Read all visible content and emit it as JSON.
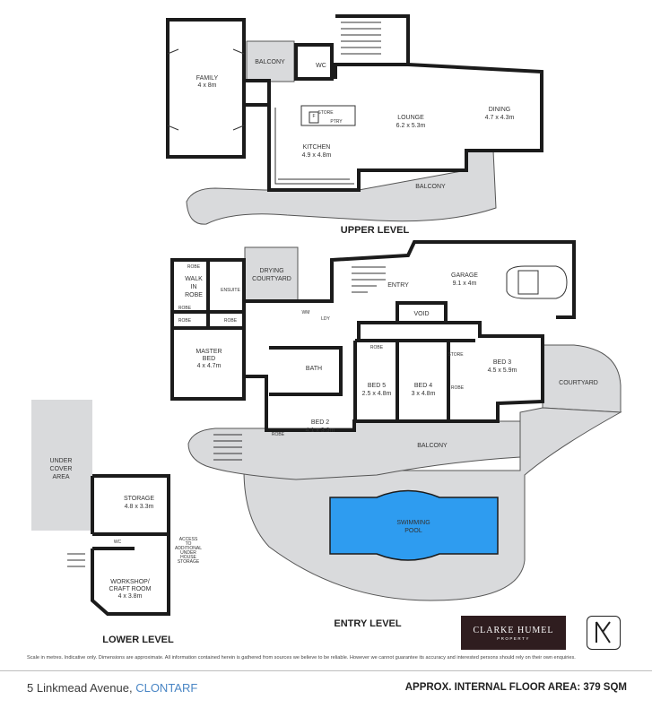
{
  "upper": {
    "label": "UPPER LEVEL",
    "family": {
      "name": "FAMILY",
      "size": "4 x 8m"
    },
    "balcony_top": "BALCONY",
    "wc": "WC",
    "store": "STORE",
    "ptry": "PTRY",
    "f": "F",
    "lounge": {
      "name": "LOUNGE",
      "size": "6.2 x 5.3m"
    },
    "dining": {
      "name": "DINING",
      "size": "4.7 x 4.3m"
    },
    "kitchen": {
      "name": "KITCHEN",
      "size": "4.9 x 4.8m"
    },
    "balcony_bottom": "BALCONY"
  },
  "entry": {
    "label": "ENTRY LEVEL",
    "robe": "ROBE",
    "walk_in_robe": [
      "WALK",
      "IN",
      "ROBE"
    ],
    "ensuite": "ENSUITE",
    "drying": [
      "DRYING",
      "COURTYARD"
    ],
    "master": {
      "name": "MASTER",
      "name2": "BED",
      "size": "4 x 4.7m"
    },
    "wm": "WM",
    "ldy": "LDY",
    "bath": "BATH",
    "entry_room": "ENTRY",
    "garage": {
      "name": "GARAGE",
      "size": "9.1 x 4m"
    },
    "void": "VOID",
    "bed5": {
      "name": "BED 5",
      "size": "2.5 x 4.8m"
    },
    "bed4": {
      "name": "BED 4",
      "size": "3 x 4.8m"
    },
    "bed3": {
      "name": "BED 3",
      "size": "4.5 x 5.9m"
    },
    "store": "STORE",
    "bed2": {
      "name": "BED 2",
      "size": "4.1 x 3.3m"
    },
    "courtyard": "COURTYARD",
    "balcony": "BALCONY",
    "pool": [
      "SWIMMING",
      "POOL"
    ],
    "undercover": [
      "UNDER",
      "COVER",
      "AREA"
    ]
  },
  "lower": {
    "label": "LOWER LEVEL",
    "storage": {
      "name": "STORAGE",
      "size": "4.8 x 3.3m"
    },
    "workshop": {
      "name": "WORKSHOP/",
      "name2": "CRAFT ROOM",
      "size": "4 x 3.8m"
    },
    "wc": "WC",
    "access_note": [
      "ACCESS",
      "TO",
      "ADDITIONAL",
      "UNDER",
      "HOUSE",
      "STORAGE"
    ]
  },
  "disclaimer": "Scale in metres. Indicative only. Dimensions are approximate. All information contained herein is gathered from sources we believe to be reliable. However we cannot guarantee its accuracy and interested persons should rely on their own enquiries.",
  "footer": {
    "address": "5 Linkmead Avenue,",
    "suburb": "CLONTARF",
    "area": "APPROX. INTERNAL FLOOR AREA: 379 SQM"
  },
  "logo": {
    "brand": "CLARKE HUMEL",
    "sub": "PROPERTY"
  },
  "colors": {
    "pool": "#2e9cf0",
    "deck": "#d9dadc",
    "logo_bg": "#2f1d1f",
    "suburb": "#4a86c5"
  }
}
